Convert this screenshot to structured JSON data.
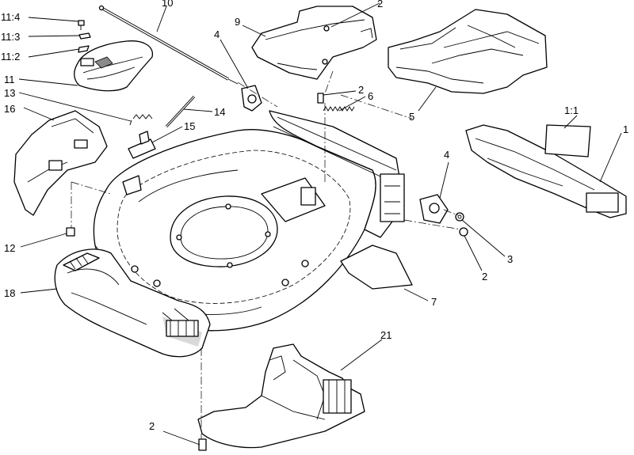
{
  "callouts": [
    {
      "id": "c-11-4",
      "text": "11:4"
    },
    {
      "id": "c-11-3",
      "text": "11:3"
    },
    {
      "id": "c-11-2",
      "text": "11:2"
    },
    {
      "id": "c-11",
      "text": "11"
    },
    {
      "id": "c-13",
      "text": "13"
    },
    {
      "id": "c-16",
      "text": "16"
    },
    {
      "id": "c-10",
      "text": "10"
    },
    {
      "id": "c-14",
      "text": "14"
    },
    {
      "id": "c-15",
      "text": "15"
    },
    {
      "id": "c-4a",
      "text": "4"
    },
    {
      "id": "c-9",
      "text": "9"
    },
    {
      "id": "c-2a",
      "text": "2"
    },
    {
      "id": "c-2b",
      "text": "2"
    },
    {
      "id": "c-6",
      "text": "6"
    },
    {
      "id": "c-5",
      "text": "5"
    },
    {
      "id": "c-1-1",
      "text": "1:1"
    },
    {
      "id": "c-1",
      "text": "1"
    },
    {
      "id": "c-4b",
      "text": "4"
    },
    {
      "id": "c-3",
      "text": "3"
    },
    {
      "id": "c-2c",
      "text": "2"
    },
    {
      "id": "c-7",
      "text": "7"
    },
    {
      "id": "c-12",
      "text": "12"
    },
    {
      "id": "c-18",
      "text": "18"
    },
    {
      "id": "c-21",
      "text": "21"
    },
    {
      "id": "c-2d",
      "text": "2"
    }
  ]
}
